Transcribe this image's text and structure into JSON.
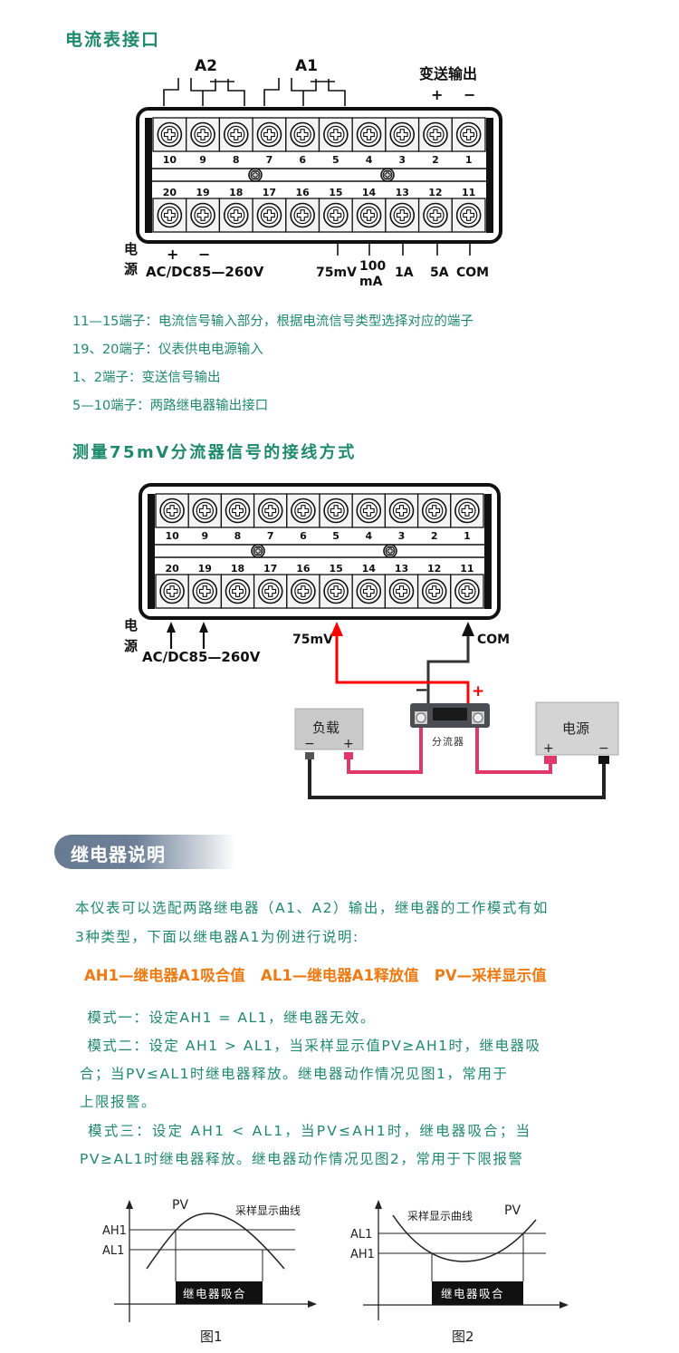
{
  "section1": {
    "title": "电流表接口",
    "relay_a2": "A2",
    "relay_a1": "A1",
    "transmit_out": "变送输出",
    "plus": "+",
    "minus": "−",
    "top_numbers": [
      "10",
      "9",
      "8",
      "7",
      "6",
      "5",
      "4",
      "3",
      "2",
      "1"
    ],
    "bottom_numbers": [
      "20",
      "19",
      "18",
      "17",
      "16",
      "15",
      "14",
      "13",
      "12",
      "11"
    ],
    "power_label_1": "电",
    "power_label_2": "源",
    "power_voltage": "AC/DC85—260V",
    "input_labels": [
      "75mV",
      "100",
      "mA",
      "1A",
      "5A",
      "COM"
    ],
    "descriptions": [
      "11—15端子：电流信号输入部分，根据电流信号类型选择对应的端子",
      "19、20端子：仪表供电电源输入",
      "1、2端子：变送信号输出",
      "5—10端子：两路继电器输出接口"
    ]
  },
  "section2": {
    "title": "测量75mV分流器信号的接线方式",
    "power_label_1": "电",
    "power_label_2": "源",
    "power_voltage": "AC/DC85—260V",
    "label_75mv": "75mV",
    "label_com": "COM",
    "shunt_label": "分流器",
    "load_label": "负载",
    "supply_label": "电源",
    "plus": "+",
    "minus": "−"
  },
  "relay": {
    "banner": "继电器说明",
    "intro": [
      "本仪表可以选配两路继电器（A1、A2）输出，继电器的工作模式有如",
      "3种类型，下面以继电器A1为例进行说明:"
    ],
    "legend": "AH1—继电器A1吸合值   AL1—继电器A1释放值   PV—采样显示值",
    "modes": [
      " 模式一：设定AH1 = AL1，继电器无效。",
      " 模式二：设定 AH1 > AL1，当采样显示值PV≥AH1时，继电器吸",
      "合；当PV≤AL1时继电器释放。继电器动作情况见图1，常用于",
      "上限报警。",
      " 模式三：设定 AH1 < AL1，当PV≤AH1时，继电器吸合；当",
      "PV≥AL1时继电器释放。继电器动作情况见图2，常用于下限报警"
    ]
  },
  "figures": {
    "fig1": {
      "pv": "PV",
      "curve": "采样显示曲线",
      "ah1": "AH1",
      "al1": "AL1",
      "relay_on": "继电器吸合",
      "caption": "图1"
    },
    "fig2": {
      "pv": "PV",
      "curve": "采样显示曲线",
      "ah1": "AH1",
      "al1": "AL1",
      "relay_on": "继电器吸合",
      "caption": "图2"
    }
  },
  "colors": {
    "green": "#1e8a6c",
    "orange": "#f07a12",
    "red": "#ff0000",
    "pink": "#e0386a",
    "banner": "#667a92"
  }
}
